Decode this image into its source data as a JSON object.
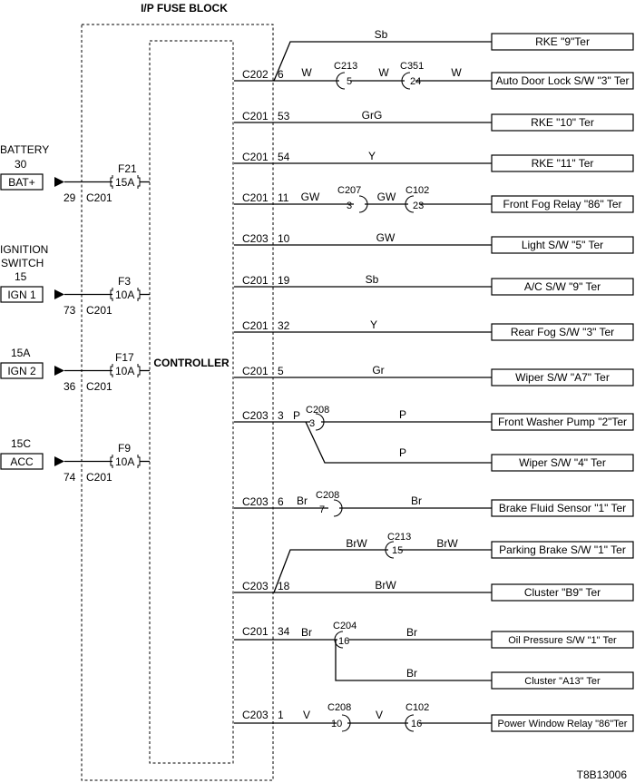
{
  "title": "I/P FUSE BLOCK",
  "controller_label": "CONTROLLER",
  "figure_id": "T8B13006",
  "inputs": [
    {
      "source_label": "BATTERY",
      "source_num": "30",
      "terminal": "BAT+",
      "fuse": "F21",
      "rating": "15A",
      "pin": "29",
      "connector": "C201"
    },
    {
      "source_label": "IGNITION",
      "source_label2": "SWITCH",
      "source_num": "15",
      "terminal": "IGN 1",
      "fuse": "F3",
      "rating": "10A",
      "pin": "73",
      "connector": "C201"
    },
    {
      "source_num": "15A",
      "terminal": "IGN 2",
      "fuse": "F17",
      "rating": "10A",
      "pin": "36",
      "connector": "C201"
    },
    {
      "source_num": "15C",
      "terminal": "ACC",
      "fuse": "F9",
      "rating": "10A",
      "pin": "74",
      "connector": "C201"
    }
  ],
  "outputs": [
    {
      "connector": "",
      "pin": "",
      "wire": "Sb",
      "target": "RKE \"9\"Ter"
    },
    {
      "connector": "C202",
      "pin": "6",
      "w1": "W",
      "s1_conn": "C213",
      "s1_pin": "5",
      "w2": "W",
      "s2_conn": "C351",
      "s2_pin": "24",
      "w3": "W",
      "target": "Auto Door Lock S/W \"3\" Ter"
    },
    {
      "connector": "C201",
      "pin": "53",
      "wire": "GrG",
      "target": "RKE \"10\" Ter"
    },
    {
      "connector": "C201",
      "pin": "54",
      "wire": "Y",
      "target": "RKE \"11\" Ter"
    },
    {
      "connector": "C201",
      "pin": "11",
      "w1": "GW",
      "s1_conn": "C207",
      "s1_pin": "3",
      "w2": "GW",
      "s2_conn": "C102",
      "s2_pin": "23",
      "target": "Front Fog Relay \"86\" Ter"
    },
    {
      "connector": "C203",
      "pin": "10",
      "wire": "GW",
      "target": "Light S/W \"5\" Ter"
    },
    {
      "connector": "C201",
      "pin": "19",
      "wire": "Sb",
      "target": "A/C S/W \"9\" Ter"
    },
    {
      "connector": "C201",
      "pin": "32",
      "wire": "Y",
      "target": "Rear Fog S/W \"3\" Ter"
    },
    {
      "connector": "C201",
      "pin": "5",
      "wire": "Gr",
      "target": "Wiper S/W \"A7\" Ter"
    },
    {
      "connector": "C203",
      "pin": "3",
      "w1": "P",
      "s1_conn": "C208",
      "s1_pin": "3",
      "w2": "P",
      "target": "Front  Washer Pump \"2\"Ter"
    },
    {
      "connector": "",
      "pin": "",
      "wire": "P",
      "target": "Wiper S/W \"4\" Ter"
    },
    {
      "connector": "C203",
      "pin": "6",
      "w1": "Br",
      "s1_conn": "C208",
      "s1_pin": "7",
      "w2": "Br",
      "target": "Brake Fluid Sensor \"1\" Ter"
    },
    {
      "connector": "",
      "pin": "",
      "w1": "BrW",
      "s1_conn": "C213",
      "s1_pin": "15",
      "w2": "BrW",
      "target": "Parking Brake S/W \"1\" Ter"
    },
    {
      "connector": "C203",
      "pin": "18",
      "wire": "BrW",
      "target": "Cluster \"B9\" Ter"
    },
    {
      "connector": "C201",
      "pin": "34",
      "w1": "Br",
      "s1_conn": "C204",
      "s1_pin": "16",
      "w2": "Br",
      "target": "Oil Pressure S/W \"1\" Ter"
    },
    {
      "connector": "",
      "pin": "",
      "wire": "Br",
      "target": "Cluster \"A13\" Ter"
    },
    {
      "connector": "C203",
      "pin": "1",
      "w1": "V",
      "s1_conn": "C208",
      "s1_pin": "10",
      "w2": "V",
      "s2_conn": "C102",
      "s2_pin": "16",
      "target": "Power Window Relay \"86\"Ter"
    }
  ]
}
